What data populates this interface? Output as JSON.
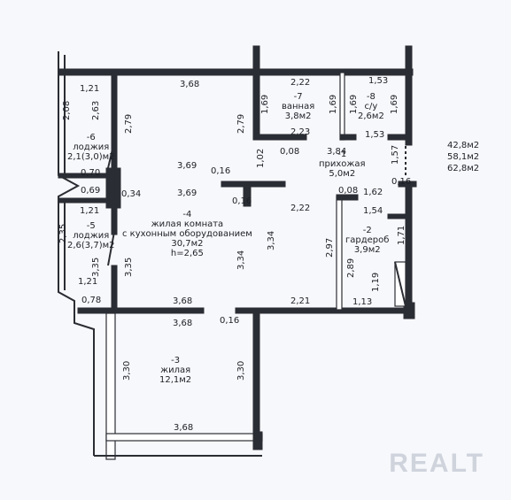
{
  "colors": {
    "background": "#f7f8fb",
    "wall": "#2b2d34",
    "text": "#1d1f26",
    "watermark": "#c8cdd6"
  },
  "totals": [
    "42,8м2",
    "58,1м2",
    "62,8м2"
  ],
  "watermark": "REALT",
  "rooms": {
    "room_1": {
      "num": "-1",
      "name": "прихожая",
      "area": "5,0м2"
    },
    "room_2": {
      "num": "-2",
      "name": "гардероб",
      "area": "3,9м2"
    },
    "room_3": {
      "num": "-3",
      "name": "жилая",
      "area": "12,1м2"
    },
    "room_4": {
      "num": "-4",
      "name": "жилая комната",
      "name2": "с кухонным оборудованием",
      "area": "30,7м2",
      "height": "h=2,65"
    },
    "room_5": {
      "num": "-5",
      "name": "лоджия",
      "area": "2,6(3,7)м2"
    },
    "room_6": {
      "num": "-6",
      "name": "лоджия",
      "area": "2,1(3,0)м2"
    },
    "room_7": {
      "num": "-7",
      "name": "ванная",
      "area": "3,8м2"
    },
    "room_8": {
      "num": "-8",
      "name": "с/у",
      "area": "2,6м2"
    }
  },
  "dims": {
    "d_368_top": "3,68",
    "d_121_a": "1,21",
    "d_208": "2,08",
    "d_263": "2,63",
    "d_279_a": "2,79",
    "d_222_bath": "2,22",
    "d_169_a": "1,69",
    "d_223": "2,23",
    "d_279_b": "2,79",
    "d_008_a": "0,08",
    "d_169_b": "1,69",
    "d_384": "3,84",
    "d_153_a": "1,53",
    "d_169_c": "1,69",
    "d_153_b": "1,53",
    "d_169_d": "1,69",
    "d_157": "1,57",
    "d_070": "0,70",
    "d_069": "0,69",
    "d_034": "0,34",
    "d_369_a": "3,69",
    "d_369_b": "3,69",
    "d_016_a": "0,16",
    "d_016_b": "0,16",
    "d_102": "1,02",
    "d_222_mid": "2,22",
    "d_008_b": "0,08",
    "d_162": "1,62",
    "d_016_c": "0,16",
    "d_154": "1,54",
    "d_121_b": "1,21",
    "d_235": "2,35",
    "d_297": "2,97",
    "d_289": "2,89",
    "d_171": "1,71",
    "d_335_a": "3,35",
    "d_335_b": "3,35",
    "d_334_a": "3,34",
    "d_334_b": "3,34",
    "d_119": "1,19",
    "d_121_c": "1,21",
    "d_078": "0,78",
    "d_368_mid": "3,68",
    "d_221": "2,21",
    "d_113": "1,13",
    "d_368_low": "3,68",
    "d_016_d": "0,16",
    "d_330_a": "3,30",
    "d_330_b": "3,30",
    "d_368_bottom": "3,68"
  }
}
